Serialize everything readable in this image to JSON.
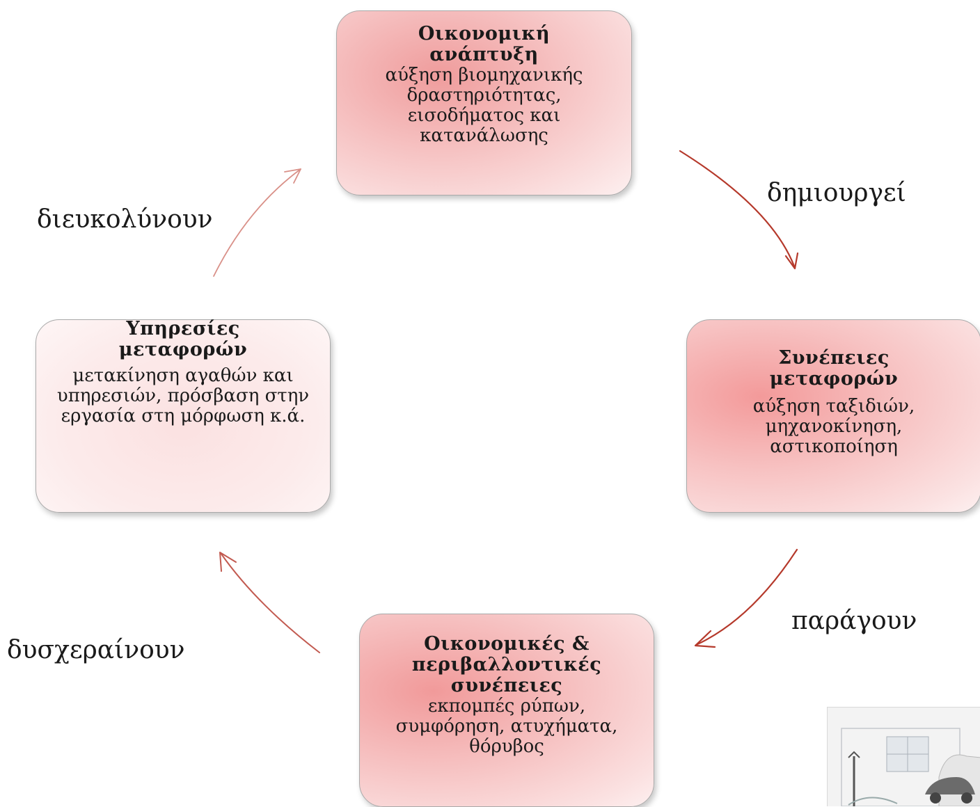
{
  "nodes": {
    "economic_growth": {
      "title": "Οικονομική ανάπτυξη",
      "body": "αύξηση βιομηχανικής δραστηριότητας, εισοδήματος και κατανάλωσης"
    },
    "transport_effects": {
      "title": "Συνέπειες μεταφορών",
      "body": "αύξηση ταξιδιών, μηχανοκίνηση, αστικοποίηση"
    },
    "econ_env_effects": {
      "title": "Οικονομικές & περιβαλλοντικές συνέπειες",
      "body": "εκπομπές ρύπων, συμφόρηση, ατυχήματα, θόρυβος"
    },
    "transport_services": {
      "title": "Υπηρεσίες μεταφορών",
      "body": "μετακίνηση αγαθών και υπηρεσιών, πρόσβαση στην εργασία στη μόρφωση κ.ά."
    }
  },
  "edges": {
    "creates": "δημιουργεί",
    "produce": "παράγουν",
    "hinder": "δυσχεραίνουν",
    "facilitate": "διευκολύνουν"
  },
  "colors": {
    "arrow_strong": "#b5392b",
    "arrow_light": "#d99088",
    "box_fill": "#f6c2c2",
    "box_border": "#a9a9a9"
  }
}
